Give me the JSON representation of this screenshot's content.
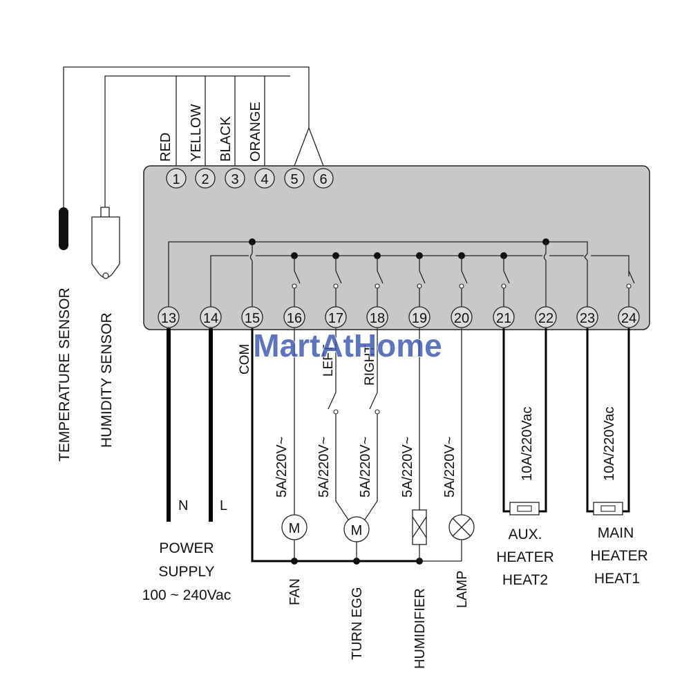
{
  "controller": {
    "top_terminals": [
      "1",
      "2",
      "3",
      "4",
      "5",
      "6"
    ],
    "bottom_terminals": [
      "13",
      "14",
      "15",
      "16",
      "17",
      "18",
      "19",
      "20",
      "21",
      "22",
      "23",
      "24"
    ]
  },
  "wire_colors": [
    "RED",
    "YELLOW",
    "BLACK",
    "ORANGE"
  ],
  "sensors": {
    "temperature": "TEMPERATURE SENSOR",
    "humidity": "HUMIDITY SENSOR"
  },
  "power": {
    "n": "N",
    "l": "L",
    "line1": "POWER",
    "line2": "SUPPLY",
    "line3": "100 ~ 240Vac"
  },
  "relay_labels": {
    "com": "COM",
    "left": "LEFT",
    "right": "RIGHT"
  },
  "ratings": {
    "fan": "5A/220V~",
    "turn_left": "5A/220V~",
    "turn_right": "5A/220V~",
    "humidifier": "5A/220V~",
    "lamp": "5A/220V~",
    "aux": "10A/220Vac",
    "main": "10A/220Vac"
  },
  "loads": {
    "motor_symbol": "M",
    "fan": "FAN",
    "turn_egg": "TURN EGG",
    "humidifier": "HUMIDIFIER",
    "lamp": "LAMP"
  },
  "heaters": {
    "aux_line1": "AUX.",
    "aux_line2": "HEATER",
    "aux_line3": "HEAT2",
    "main_line1": "MAIN",
    "main_line2": "HEATER",
    "main_line3": "HEAT1"
  },
  "watermark": "MartAtHome",
  "colors": {
    "panel": "#c8c8c8",
    "watermark": "#3a55b0"
  }
}
